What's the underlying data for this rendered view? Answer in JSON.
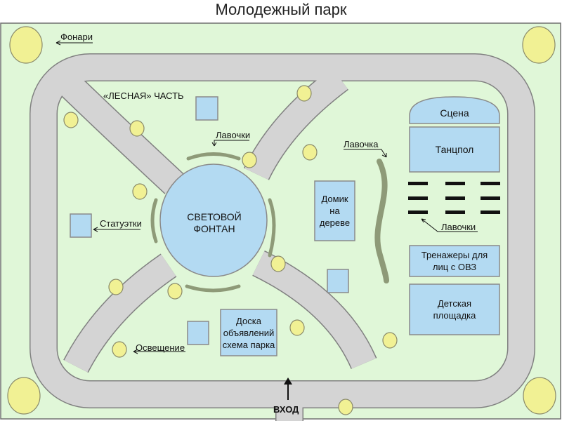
{
  "title": "Молодежный парк",
  "labels": {
    "lights": "Фонари",
    "forest_part": "«ЛЕСНАЯ» ЧАСТЬ",
    "benches_top": "Лавочки",
    "fountain": "СВЕТОВОЙ\nФОНТАН",
    "statues": "Статуэтки",
    "lighting": "Освещение",
    "board": "Доска\nобъявлений\nсхема парка",
    "treehouse": "Домик\nна\nдереве",
    "bench_single": "Лавочка",
    "stage": "Сцена",
    "dancefloor": "Танцпол",
    "benches_right": "Лавочки",
    "trainers": "Тренажеры для\nлиц с ОВЗ",
    "playground": "Детская\nплощадка",
    "entrance": "ВХОД"
  },
  "colors": {
    "grass": "#e0f7d8",
    "path": "#d4d4d4",
    "path_edge": "#808080",
    "building": "#b3daf2",
    "fountain": "#b3daf2",
    "lamp": "#f1f194",
    "bench_curve": "#8e9a78",
    "bench_bar": "#111111"
  },
  "icons": [
    "lamp-icon",
    "arrow-icon",
    "up-arrow-icon"
  ]
}
